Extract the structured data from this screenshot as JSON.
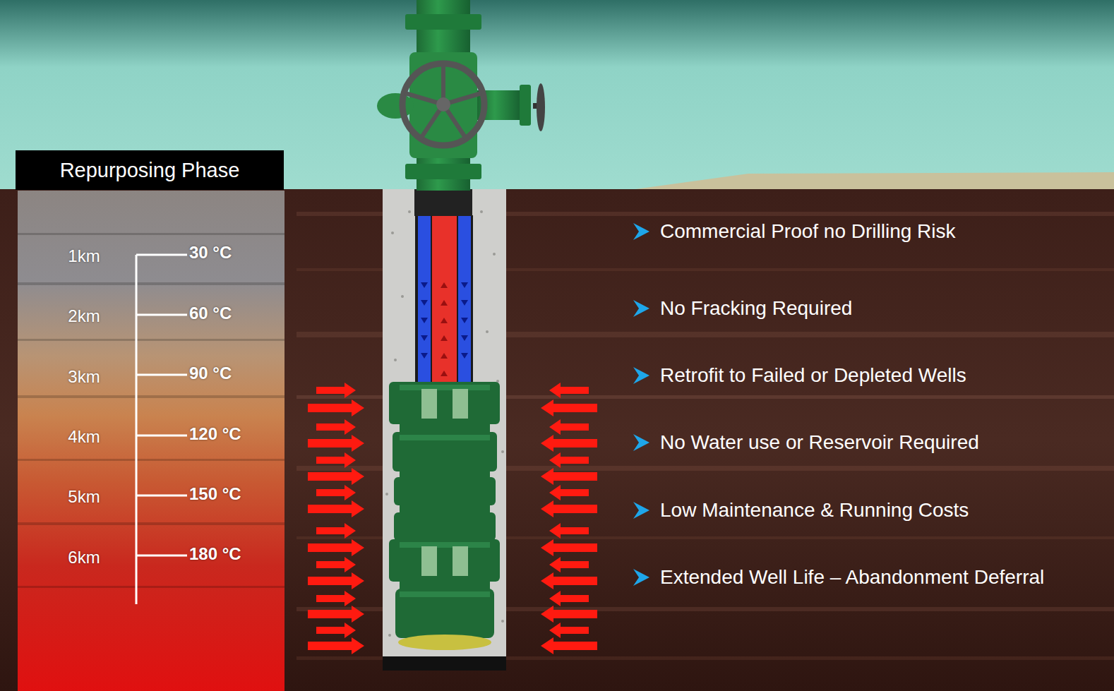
{
  "diagram": {
    "nodes": [
      {
        "text": [
          "Repurposing Phase"
        ]
      }
    ],
    "labels": [
      "1km",
      "30 °C",
      "2km",
      "60 °C",
      "3km",
      "90 °C",
      "4km",
      "120 °C",
      "5km",
      "150 °C",
      "6km",
      "180 °C",
      "Commercial Proof no Drilling Risk",
      "No Fracking Required",
      "Retrofit to Failed or Depleted Wells",
      "No Water use or Reservoir Required",
      "Low Maintenance & Running Costs",
      "Extended Well Life – Abandonment Deferral"
    ]
  }
}
